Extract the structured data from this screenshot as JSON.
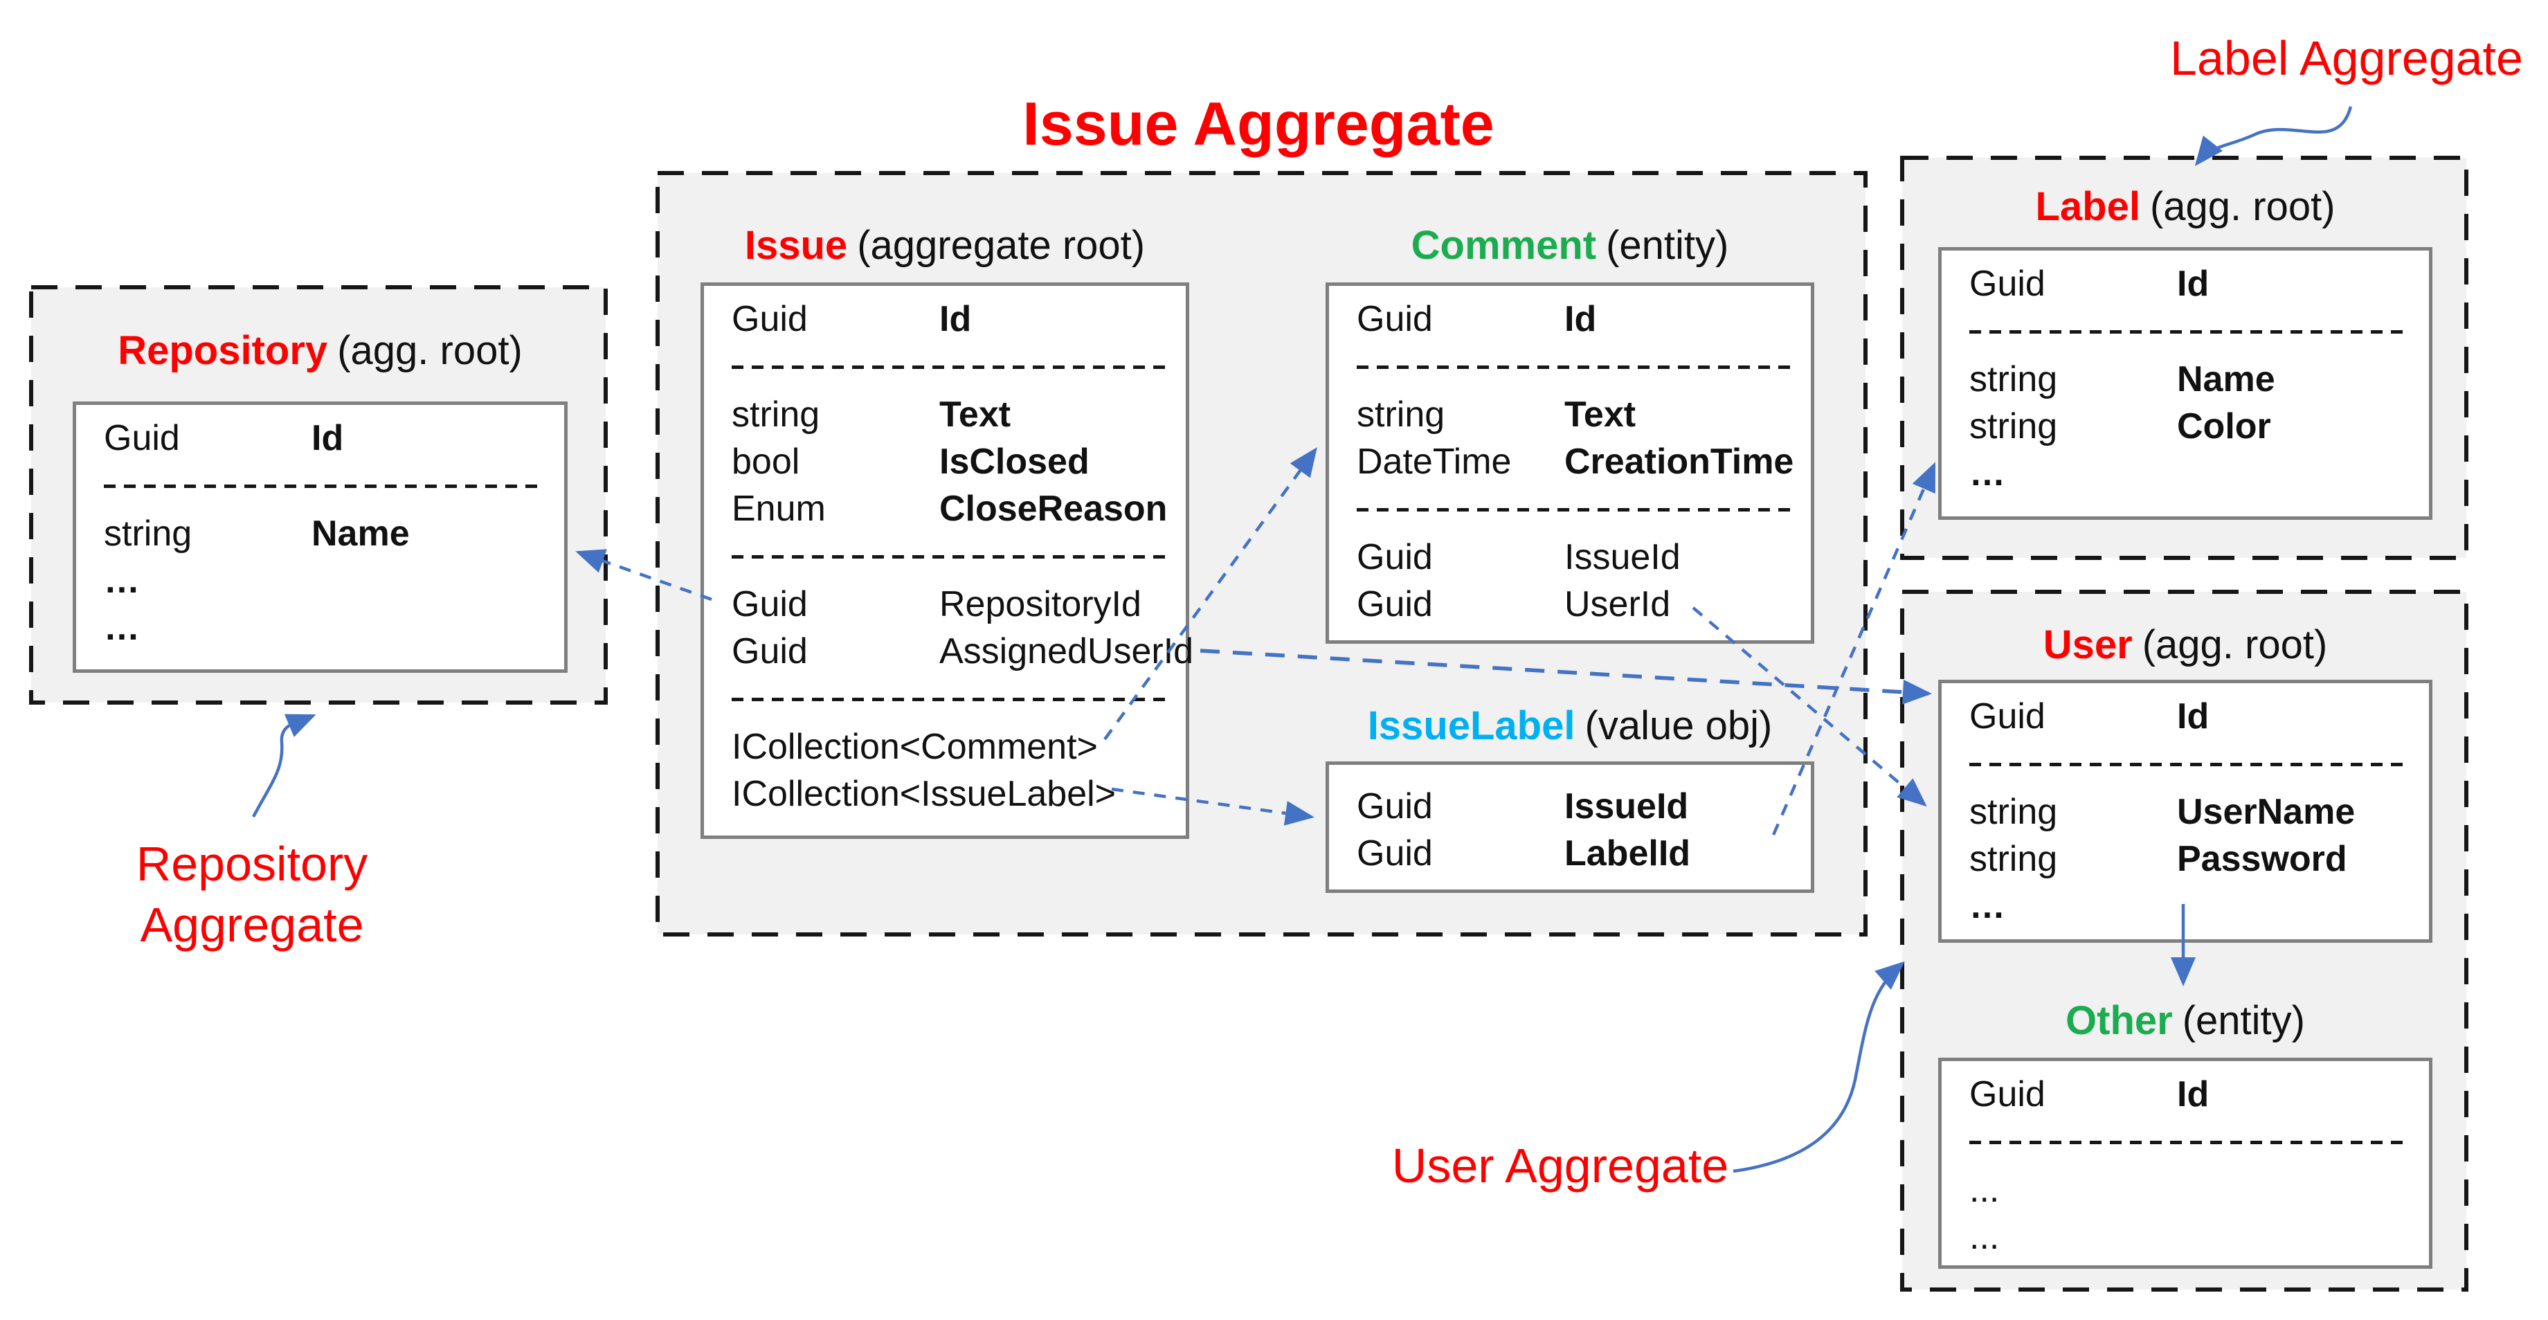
{
  "title": "Issue Aggregate",
  "annotations": {
    "label_aggregate": "Label Aggregate",
    "repository_aggregate": "Repository Aggregate",
    "user_aggregate": "User Aggregate"
  },
  "colors": {
    "red": "#FE0000",
    "green": "#1CAC50",
    "cyan": "#00B0F0",
    "blue": "#4472C4",
    "aggregate_bg": "#F1F1F1",
    "box_border": "#7F7F7F",
    "dashed_border": "#161616",
    "text": "#111111"
  },
  "entities": [
    {
      "id": "repository",
      "name": "Repository",
      "stereotype": "(agg. root)",
      "name_color": "#FE0000",
      "rows": [
        {
          "kind": "field",
          "type": "Guid",
          "name": "Id",
          "bold": true
        },
        {
          "kind": "sep"
        },
        {
          "kind": "field",
          "type": "string",
          "name": "Name",
          "bold": true
        },
        {
          "kind": "wide",
          "text": "…",
          "bold": true
        },
        {
          "kind": "wide",
          "text": "…",
          "bold": true
        }
      ]
    },
    {
      "id": "issue",
      "name": "Issue",
      "stereotype": "(aggregate root)",
      "name_color": "#FE0000",
      "rows": [
        {
          "kind": "field",
          "type": "Guid",
          "name": "Id",
          "bold": true
        },
        {
          "kind": "sep"
        },
        {
          "kind": "field",
          "type": "string",
          "name": "Text",
          "bold": true
        },
        {
          "kind": "field",
          "type": "bool",
          "name": "IsClosed",
          "bold": true
        },
        {
          "kind": "field",
          "type": "Enum",
          "name": "CloseReason",
          "bold": true
        },
        {
          "kind": "sep"
        },
        {
          "kind": "field",
          "type": "Guid",
          "name": "RepositoryId",
          "bold": false
        },
        {
          "kind": "field",
          "type": "Guid",
          "name": "AssignedUserId",
          "bold": false
        },
        {
          "kind": "sep"
        },
        {
          "kind": "wide",
          "text": "ICollection<Comment>",
          "bold": false
        },
        {
          "kind": "wide",
          "text": "ICollection<IssueLabel>",
          "bold": false
        }
      ]
    },
    {
      "id": "comment",
      "name": "Comment",
      "stereotype": "(entity)",
      "name_color": "#1CAC50",
      "rows": [
        {
          "kind": "field",
          "type": "Guid",
          "name": "Id",
          "bold": true
        },
        {
          "kind": "sep"
        },
        {
          "kind": "field",
          "type": "string",
          "name": "Text",
          "bold": true
        },
        {
          "kind": "field",
          "type": "DateTime",
          "name": "CreationTime",
          "bold": true
        },
        {
          "kind": "sep"
        },
        {
          "kind": "field",
          "type": "Guid",
          "name": "IssueId",
          "bold": false
        },
        {
          "kind": "field",
          "type": "Guid",
          "name": "UserId",
          "bold": false
        }
      ]
    },
    {
      "id": "issuelabel",
      "name": "IssueLabel",
      "stereotype": "(value obj)",
      "name_color": "#00B0F0",
      "rows": [
        {
          "kind": "field",
          "type": "Guid",
          "name": "IssueId",
          "bold": true
        },
        {
          "kind": "field",
          "type": "Guid",
          "name": "LabelId",
          "bold": true
        }
      ]
    },
    {
      "id": "label",
      "name": "Label",
      "stereotype": "(agg. root)",
      "name_color": "#FE0000",
      "rows": [
        {
          "kind": "field",
          "type": "Guid",
          "name": "Id",
          "bold": true
        },
        {
          "kind": "sep"
        },
        {
          "kind": "field",
          "type": "string",
          "name": "Name",
          "bold": true
        },
        {
          "kind": "field",
          "type": "string",
          "name": "Color",
          "bold": true
        },
        {
          "kind": "wide",
          "text": "…",
          "bold": true
        }
      ]
    },
    {
      "id": "user",
      "name": "User",
      "stereotype": "(agg. root)",
      "name_color": "#FE0000",
      "rows": [
        {
          "kind": "field",
          "type": "Guid",
          "name": "Id",
          "bold": true
        },
        {
          "kind": "sep"
        },
        {
          "kind": "field",
          "type": "string",
          "name": "UserName",
          "bold": true
        },
        {
          "kind": "field",
          "type": "string",
          "name": "Password",
          "bold": true
        },
        {
          "kind": "wide",
          "text": "…",
          "bold": true
        }
      ]
    },
    {
      "id": "other",
      "name": "Other",
      "stereotype": "(entity)",
      "name_color": "#1CAC50",
      "rows": [
        {
          "kind": "field",
          "type": "Guid",
          "name": "Id",
          "bold": true
        },
        {
          "kind": "sep"
        },
        {
          "kind": "wide",
          "text": "...",
          "bold": false
        },
        {
          "kind": "wide",
          "text": "...",
          "bold": false
        }
      ]
    }
  ]
}
